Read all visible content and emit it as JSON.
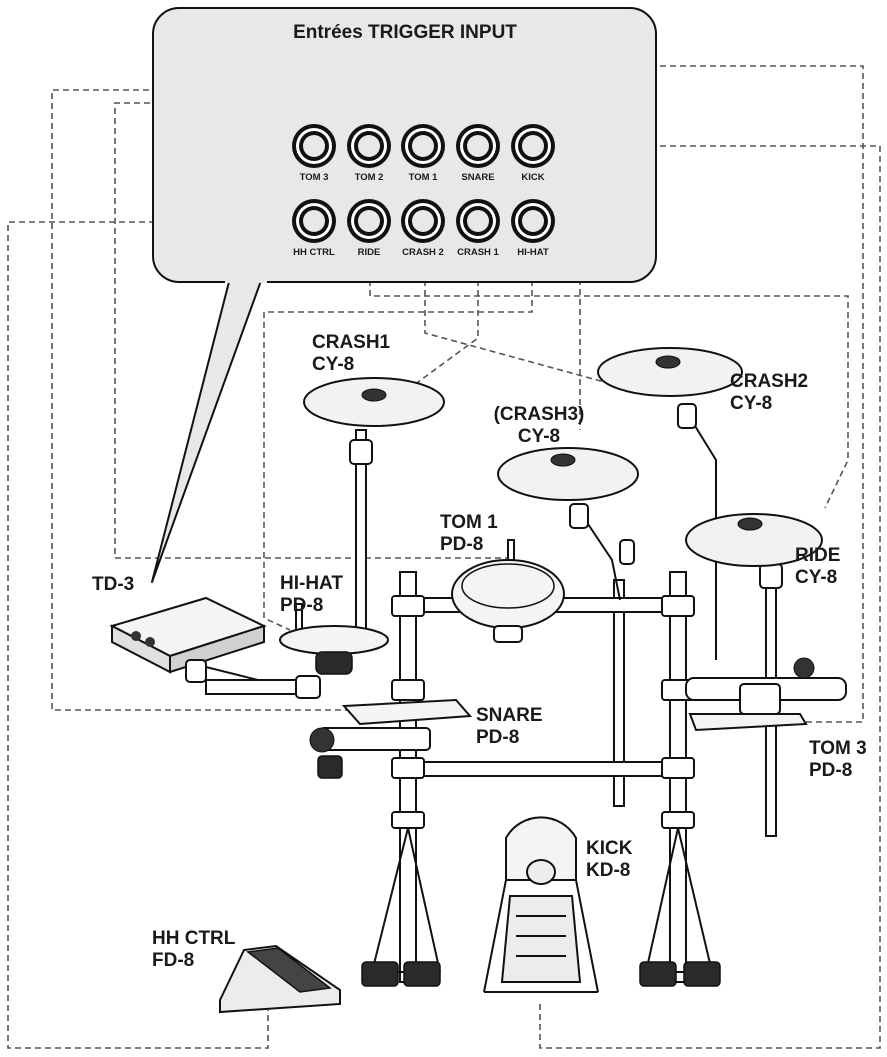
{
  "panel": {
    "title": "Entrées TRIGGER INPUT",
    "top_row": [
      "TOM 3",
      "TOM 2",
      "TOM 1",
      "SNARE",
      "KICK"
    ],
    "bottom_row": [
      "HH CTRL",
      "RIDE",
      "CRASH 2",
      "CRASH 1",
      "HI-HAT"
    ]
  },
  "labels": {
    "crash1": [
      "CRASH1",
      "CY-8"
    ],
    "crash2": [
      "CRASH2",
      "CY-8"
    ],
    "crash3": [
      "(CRASH3)",
      "CY-8"
    ],
    "tom1": [
      "TOM 1",
      "PD-8"
    ],
    "ride": [
      "RIDE",
      "CY-8"
    ],
    "td3": [
      "TD-3"
    ],
    "hihat": [
      "HI-HAT",
      "PD-8"
    ],
    "snare": [
      "SNARE",
      "PD-8"
    ],
    "tom3": [
      "TOM 3",
      "PD-8"
    ],
    "kick": [
      "KICK",
      "KD-8"
    ],
    "hhctrl": [
      "HH CTRL",
      "FD-8"
    ]
  }
}
